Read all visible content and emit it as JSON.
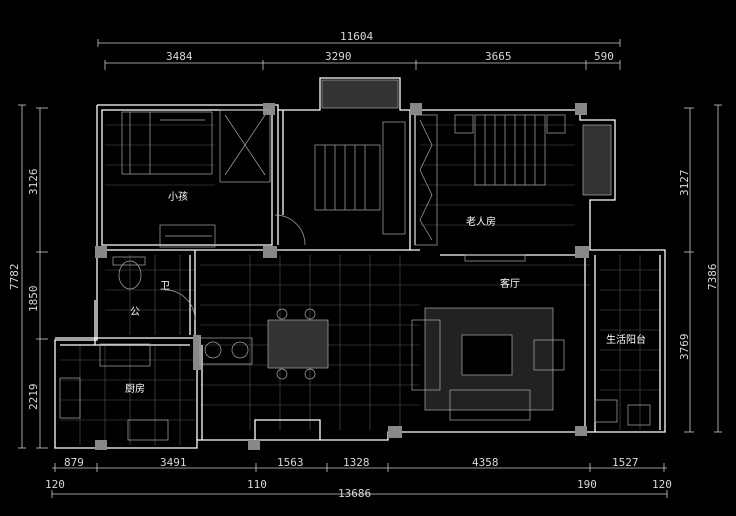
{
  "title": "Apartment floor plan",
  "rooms": {
    "child_room": "小孩",
    "bath_1": "卫",
    "bath_2": "公",
    "kitchen": "厨房",
    "elder_room": "老人房",
    "living_room": "客厅",
    "balcony": "生活阳台"
  },
  "dimensions": {
    "top_total": "11604",
    "top": [
      "3484",
      "3290",
      "3665",
      "590"
    ],
    "left_total": "7782",
    "left": [
      "3126",
      "1850",
      "2219"
    ],
    "right_total": "7386",
    "right": [
      "3127",
      "3769"
    ],
    "bottom": [
      "879",
      "3491",
      "1563",
      "1328",
      "4358",
      "1527"
    ],
    "bottom_walls": [
      "120",
      "110",
      "190",
      "120"
    ],
    "bottom_total": "13686"
  },
  "colors": {
    "background": "#000000",
    "wall": "#ffffff",
    "column": "#888888"
  }
}
